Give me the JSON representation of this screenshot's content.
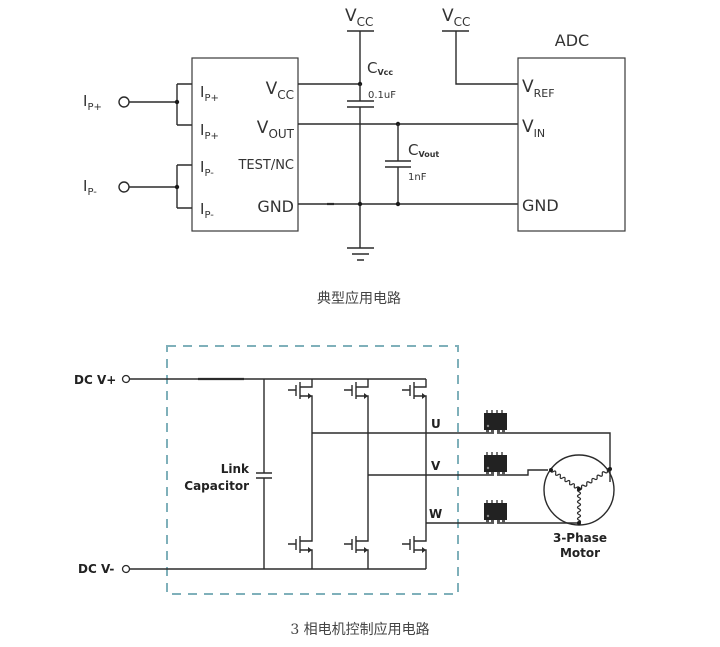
{
  "figure1": {
    "caption": "典型应用电路",
    "sensor_chip": {
      "left_pins": [
        {
          "main": "I",
          "sub": "P+"
        },
        {
          "main": "I",
          "sub": "P+"
        },
        {
          "main": "I",
          "sub": "P-"
        },
        {
          "main": "I",
          "sub": "P-"
        }
      ],
      "right_pins": [
        {
          "main": "V",
          "sub": "CC"
        },
        {
          "main": "V",
          "sub": "OUT"
        },
        {
          "main": "TEST/NC",
          "sub": ""
        },
        {
          "main": "GND",
          "sub": ""
        }
      ]
    },
    "inputs": [
      {
        "main": "I",
        "sub": "P+"
      },
      {
        "main": "I",
        "sub": "P-"
      }
    ],
    "supply_labels": [
      {
        "main": "V",
        "sub": "CC"
      },
      {
        "main": "V",
        "sub": "CC"
      }
    ],
    "capacitors": [
      {
        "main": "C",
        "sub": "Vcc",
        "value": "0.1uF"
      },
      {
        "main": "C",
        "sub": "Vout",
        "value": "1nF"
      }
    ],
    "adc": {
      "title": "ADC",
      "pins": [
        {
          "main": "V",
          "sub": "REF"
        },
        {
          "main": "V",
          "sub": "IN"
        },
        {
          "main": "GND",
          "sub": ""
        }
      ]
    }
  },
  "figure2": {
    "caption": "3 相电机控制应用电路",
    "dc_plus": "DC V+",
    "dc_minus": "DC V-",
    "link_capacitor": [
      "Link",
      "Capacitor"
    ],
    "phases": [
      "U",
      "V",
      "W"
    ],
    "motor": [
      "3-Phase",
      "Motor"
    ],
    "colors": {
      "dashed_box": "#7fb0ba",
      "wire": "#2b2b2b"
    }
  }
}
